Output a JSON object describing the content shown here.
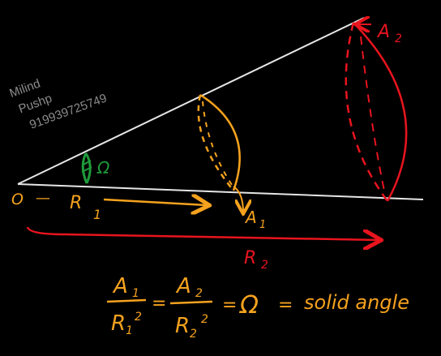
{
  "watermark": {
    "line1": "Milind",
    "line2": "Pushp",
    "line3": "919939725749"
  },
  "labels": {
    "origin": "O",
    "dash": "—",
    "r1": "R",
    "r1_sub": "1",
    "a1": "A",
    "a1_sub": "1",
    "a2": "A",
    "a2_sub": "2",
    "r2": "R",
    "r2_sub": "2",
    "omega": "Ω"
  },
  "formula": {
    "num1": "A",
    "num1_sub": "1",
    "den1": "R",
    "den1_sub": "1",
    "den1_sup": "2",
    "eq1": "=",
    "num2": "A",
    "num2_sub": "2",
    "den2": "R",
    "den2_sub": "2",
    "den2_sup": "2",
    "eq2": "=",
    "omega": "Ω",
    "eq3": "=",
    "text": "solid angle"
  },
  "colors": {
    "background": "#000000",
    "lines": "#e6e6e6",
    "orange": "#f5a21e",
    "red": "#e8141e",
    "green": "#1f9a3a",
    "watermark": "#8c8c8c"
  }
}
